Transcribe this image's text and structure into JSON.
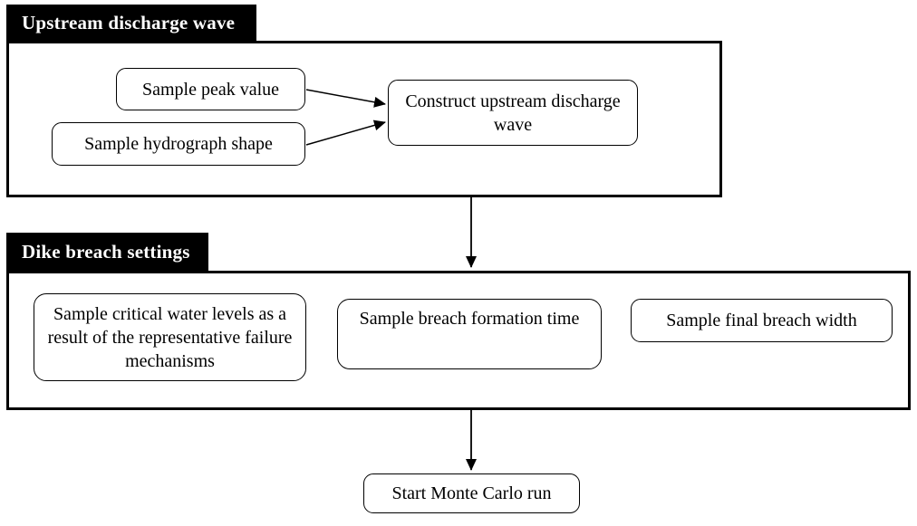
{
  "diagram": {
    "sections": [
      {
        "header": "Upstream discharge wave",
        "nodes": [
          {
            "label": "Sample peak value"
          },
          {
            "label": "Sample hydrograph shape"
          },
          {
            "label": "Construct upstream discharge wave"
          }
        ]
      },
      {
        "header": "Dike breach settings",
        "nodes": [
          {
            "label": "Sample critical water levels as a result of the representative failure mechanisms"
          },
          {
            "label": "Sample breach formation time"
          },
          {
            "label": "Sample final breach width"
          }
        ]
      }
    ],
    "terminal": {
      "label": "Start Monte Carlo run"
    },
    "colors": {
      "header_bg": "#000000",
      "header_text": "#ffffff",
      "node_border": "#000000",
      "node_bg": "#ffffff",
      "arrow": "#000000",
      "page_bg": "#ffffff"
    }
  }
}
